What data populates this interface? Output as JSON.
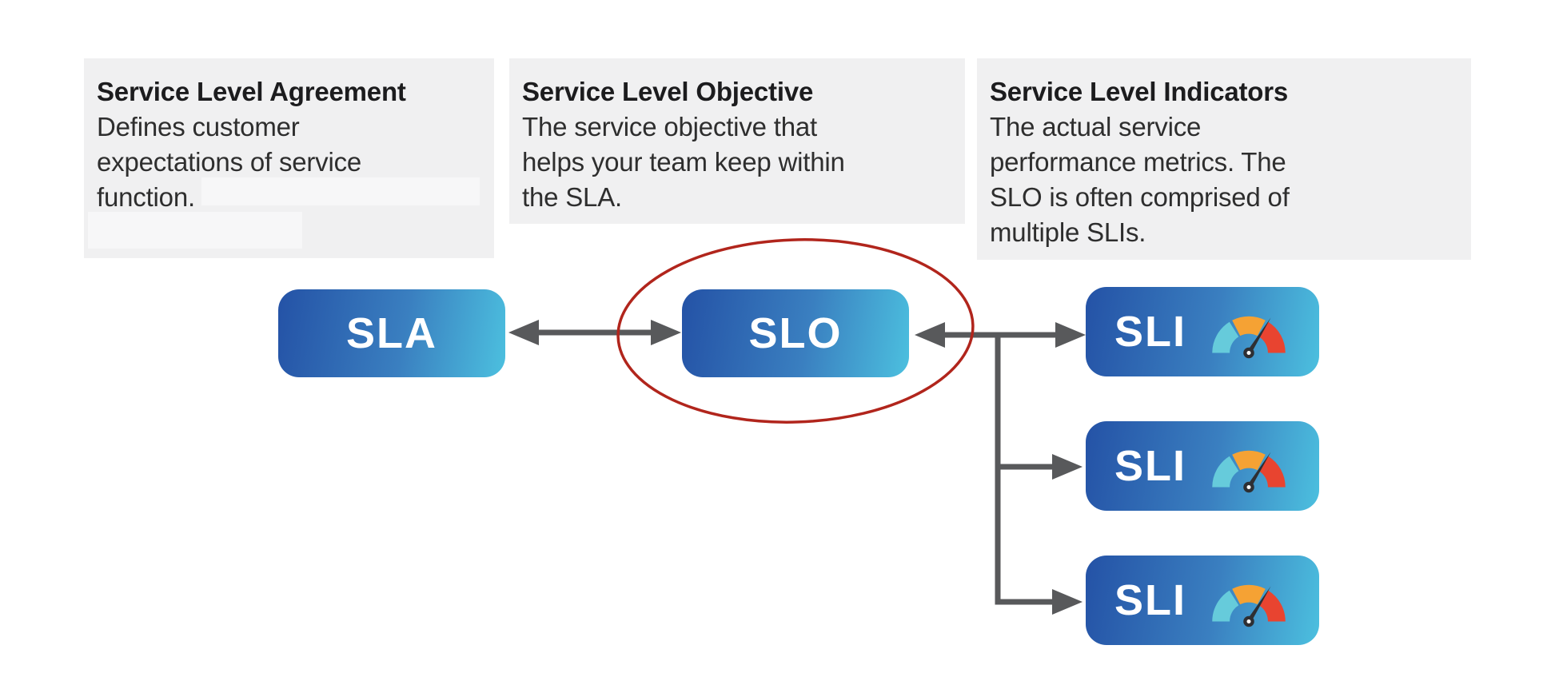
{
  "diagram_title": "SLA / SLO / SLI relationship diagram",
  "description_boxes": [
    {
      "title": "Service Level Agreement",
      "lines": [
        "Defines customer",
        "expectations of service",
        "function."
      ]
    },
    {
      "title": "Service Level Objective",
      "lines": [
        "The service objective that",
        "helps your team keep within",
        "the SLA."
      ]
    },
    {
      "title": "Service Level Indicators",
      "lines": [
        "The actual service",
        "performance metrics. The",
        "SLO is often comprised of",
        "multiple SLIs."
      ]
    }
  ],
  "nodes": {
    "sla": {
      "label": "SLA"
    },
    "slo": {
      "label": "SLO"
    },
    "sli1": {
      "label": "SLI"
    },
    "sli2": {
      "label": "SLI"
    },
    "sli3": {
      "label": "SLI"
    }
  },
  "colors": {
    "node_gradient_dark": "#2452a6",
    "node_gradient_light": "#4cc0df",
    "panel_gray": "#f0f0f1",
    "arrow_gray": "#58595b",
    "ellipse_red": "#b1251c",
    "gauge_teal": "#66cbdb",
    "gauge_orange": "#f5a234",
    "gauge_red": "#e84430",
    "needle_dark": "#2e2f33",
    "needle_hub_hole": "#ffffff"
  },
  "icons": {
    "gauge": "speedometer gauge with teal, orange and red segments and a dark needle"
  }
}
